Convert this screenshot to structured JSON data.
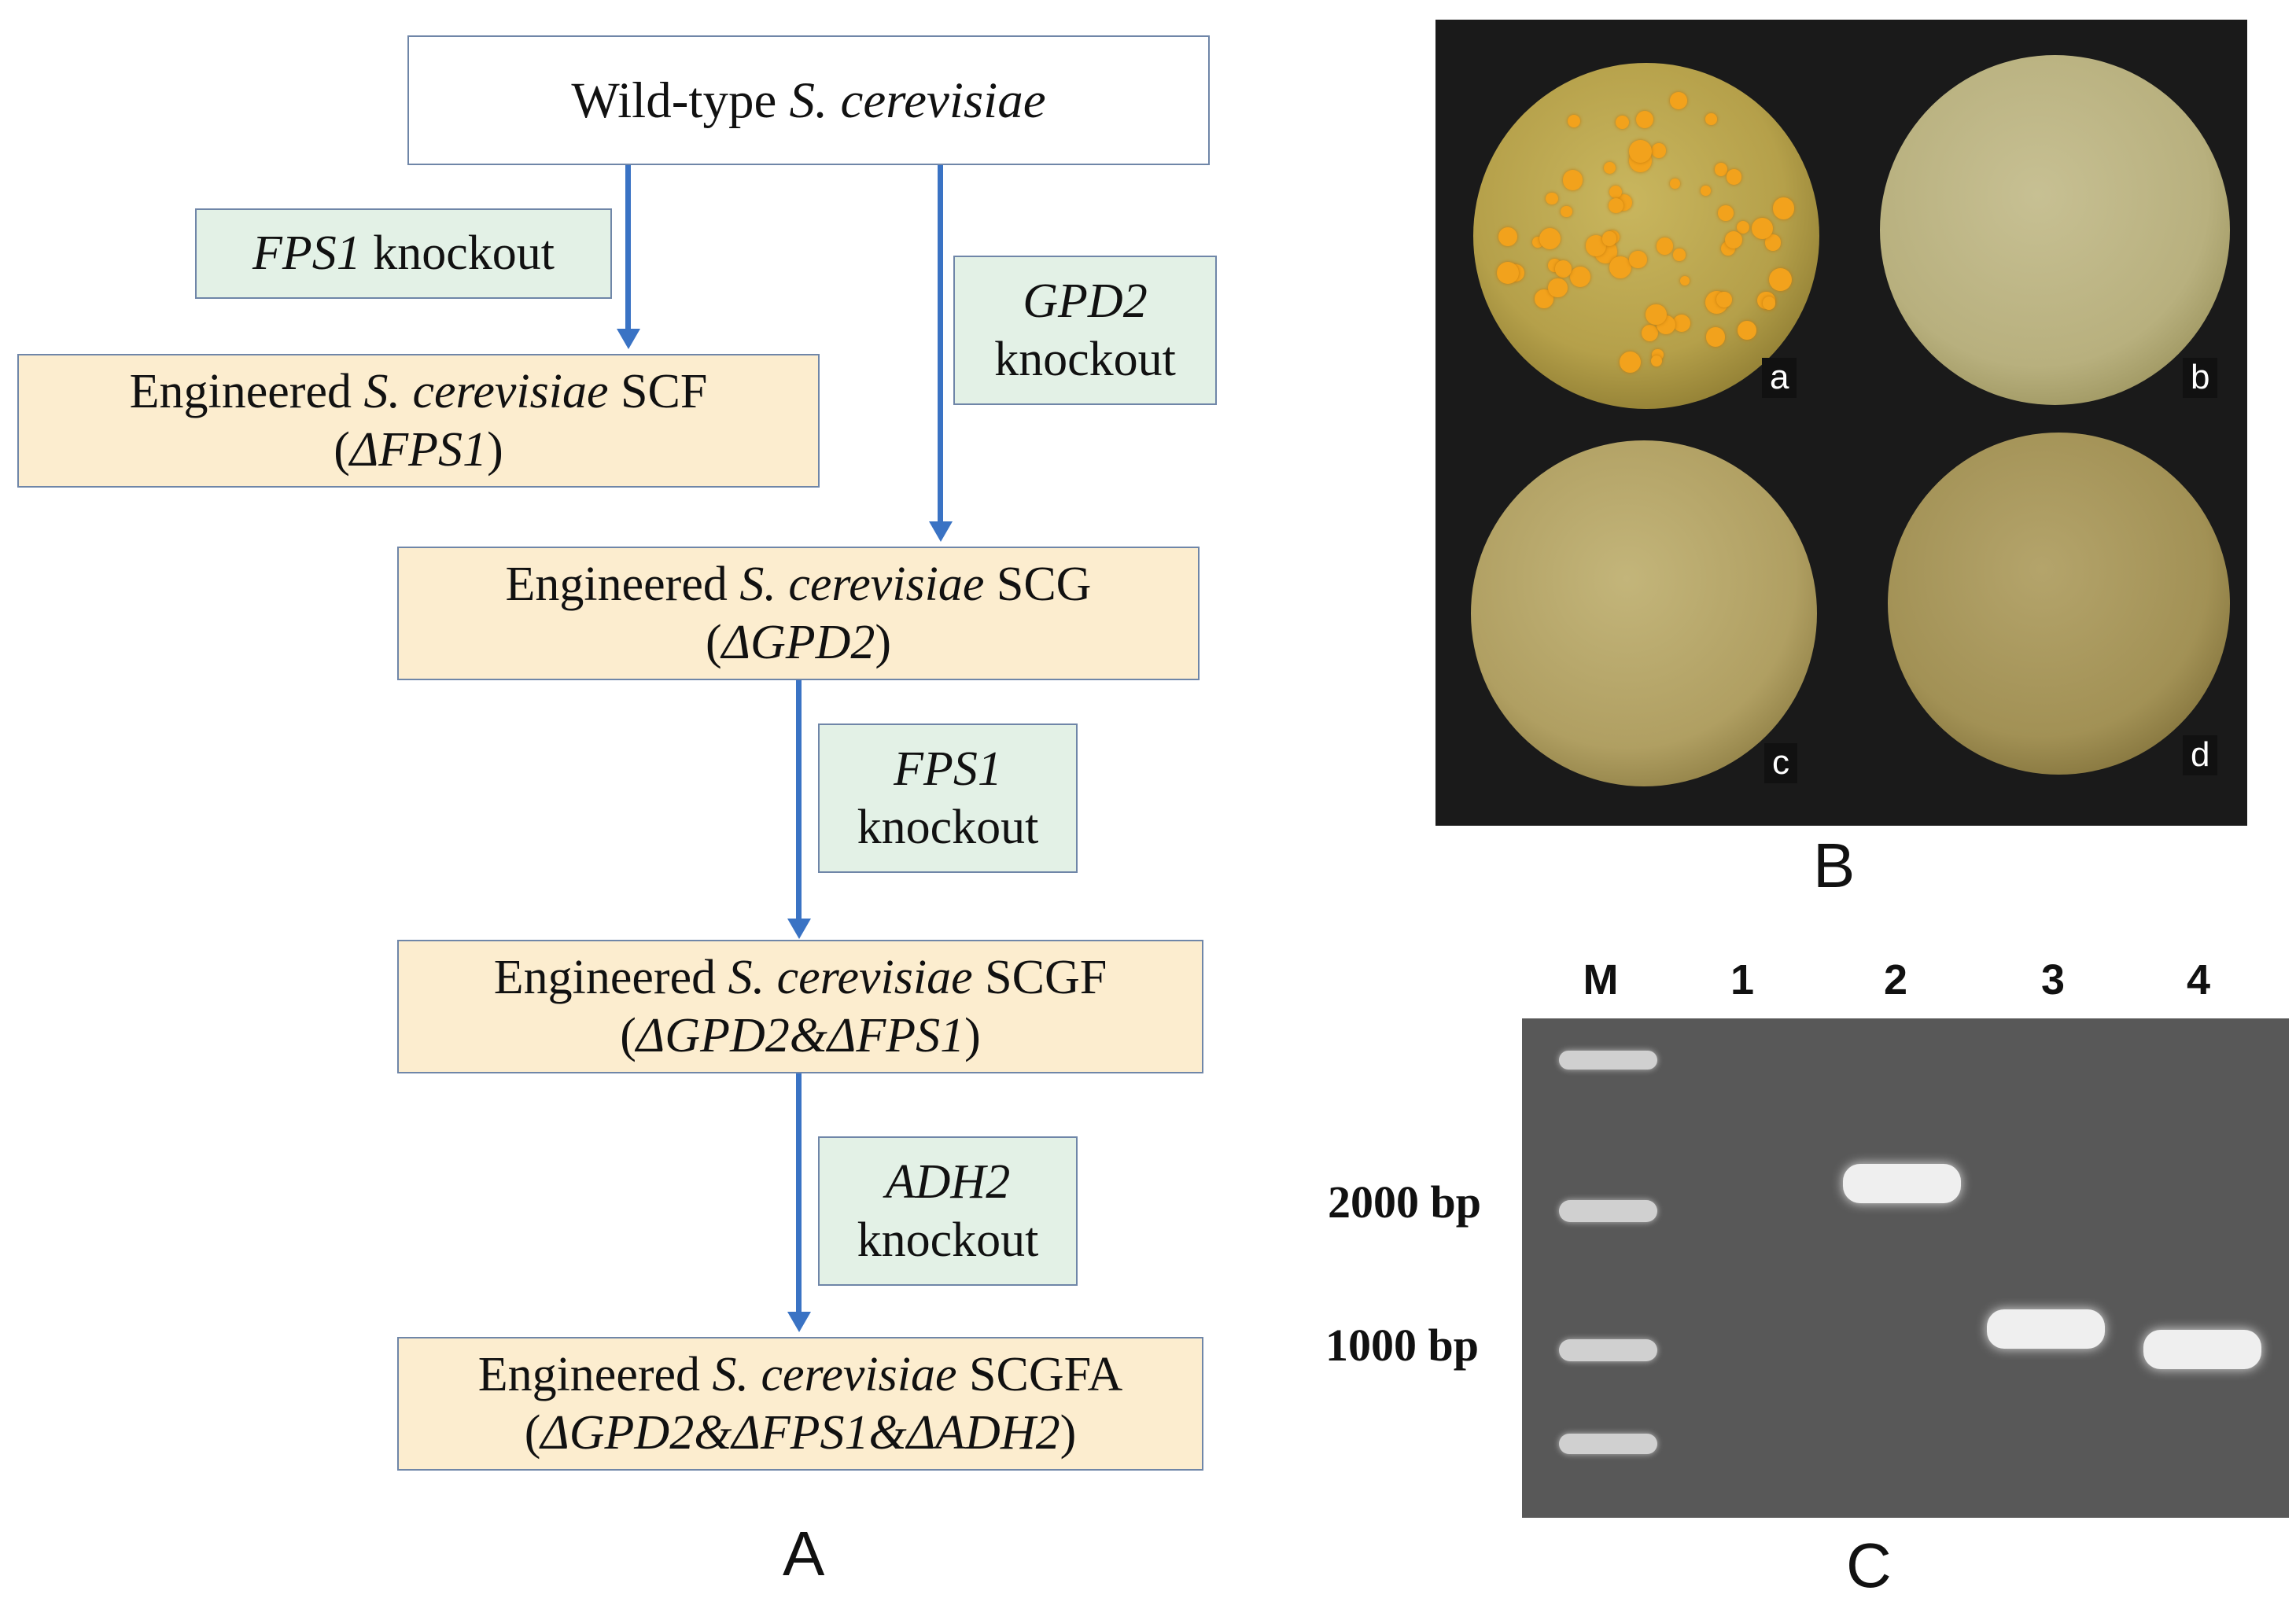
{
  "panel_a": {
    "letter": "A",
    "wild_type": {
      "prefix": "Wild-type ",
      "italic": "S. cerevisiae"
    },
    "knockouts": [
      {
        "gene": "FPS1",
        "word": "knockout"
      },
      {
        "gene": "GPD2",
        "word": "knockout"
      },
      {
        "gene": "FPS1",
        "word": "knockout"
      },
      {
        "gene": "ADH2",
        "word": "knockout"
      }
    ],
    "strains": [
      {
        "prefix": "Engineered ",
        "italic": "S. cerevisiae",
        "name": " SCF",
        "genotype": "ΔFPS1"
      },
      {
        "prefix": "Engineered ",
        "italic": "S. cerevisiae",
        "name": " SCG",
        "genotype": "ΔGPD2"
      },
      {
        "prefix": "Engineered ",
        "italic": "S. cerevisiae",
        "name": " SCGF",
        "genotype": "ΔGPD2&ΔFPS1"
      },
      {
        "prefix": "Engineered ",
        "italic": "S. cerevisiae",
        "name": " SCGFA",
        "genotype": "ΔGPD2&ΔFPS1&ΔADH2"
      }
    ],
    "paren_open": "(",
    "paren_close": ")"
  },
  "panel_b": {
    "letter": "B",
    "dish_labels": [
      "a",
      "b",
      "c",
      "d"
    ]
  },
  "panel_c": {
    "letter": "C",
    "lanes": [
      "M",
      "1",
      "2",
      "3",
      "4"
    ],
    "size_labels": [
      "2000 bp",
      "1000 bp"
    ]
  },
  "colors": {
    "arrow": "#3a73c4",
    "strain_box": "#fcedcf",
    "knockout_box": "#e3f1e6",
    "box_border": "#6f86a8",
    "colony": "#f2a21c"
  }
}
